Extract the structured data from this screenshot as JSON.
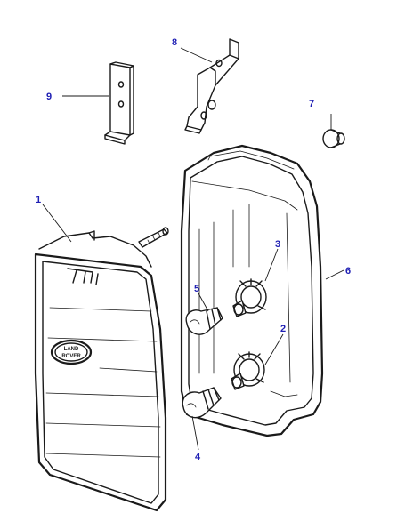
{
  "colors": {
    "callout_number": "#1f1fb4",
    "line": "#1a1a1a",
    "background": "#ffffff"
  },
  "callouts": {
    "c1": "1",
    "c2": "2",
    "c3": "3",
    "c4": "4",
    "c5": "5",
    "c6": "6",
    "c7": "7",
    "c8": "8",
    "c9": "9"
  },
  "lens_emblem": {
    "model_script": "Tdi",
    "logo": "LAND ROVER"
  }
}
